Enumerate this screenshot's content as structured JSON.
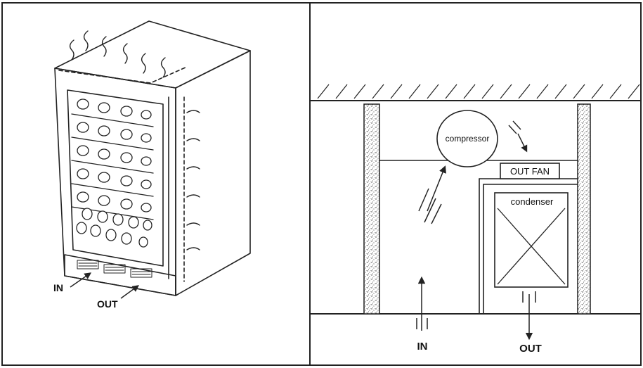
{
  "left_panel": {
    "labels": {
      "in": "IN",
      "out": "OUT"
    }
  },
  "right_panel": {
    "labels": {
      "compressor": "compressor",
      "out_fan": "OUT FAN",
      "condenser": "condenser",
      "in": "IN",
      "out": "OUT"
    }
  }
}
